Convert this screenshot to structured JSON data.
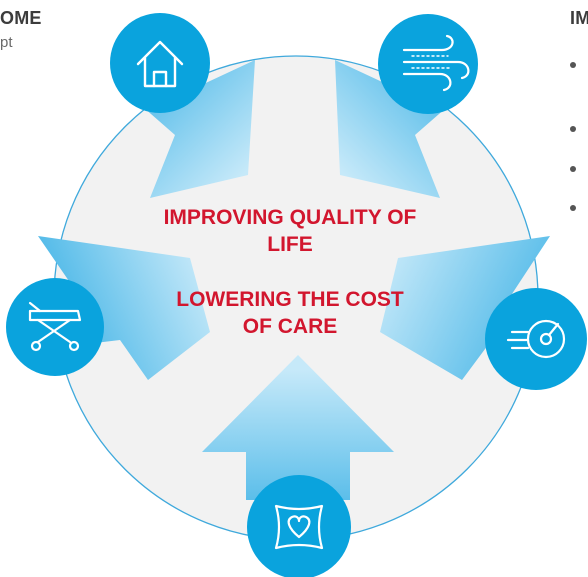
{
  "left_column": {
    "heading": "OME",
    "text": "pt"
  },
  "right_column": {
    "heading": "IM",
    "bullet_count": 4
  },
  "diagram": {
    "messages": [
      "IMPROVING QUALITY OF LIFE",
      "LOWERING THE COST OF CARE"
    ],
    "nodes": [
      {
        "position": "top-left",
        "icon": "house-icon"
      },
      {
        "position": "top-right",
        "icon": "air-flow-icon"
      },
      {
        "position": "left",
        "icon": "stretcher-icon"
      },
      {
        "position": "right",
        "icon": "speed-gauge-icon"
      },
      {
        "position": "bottom",
        "icon": "pillow-heart-icon"
      }
    ],
    "colors": {
      "node_fill": "#0aa3dd",
      "arrow_inner": "#bfe6f8",
      "arrow_outer": "#4fb9e8",
      "circle_fill": "#f2f2f2",
      "circle_stroke": "#3fa9dc",
      "message": "#d2162e"
    }
  }
}
